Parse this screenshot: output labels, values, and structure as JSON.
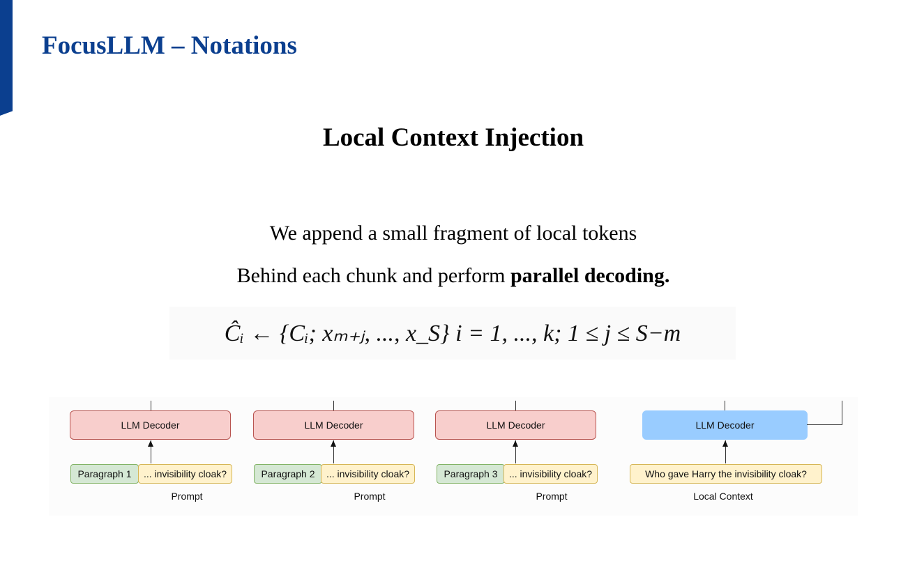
{
  "slide": {
    "title": "FocusLLM – Notations",
    "heading": "Local Context Injection",
    "body_line1": "We append a small fragment of local tokens",
    "body_line2_prefix": "Behind each chunk and perform ",
    "body_line2_bold": "parallel decoding.",
    "formula": "Ĉᵢ ← {Cᵢ; xₘ₊ⱼ, ..., x_S}  i = 1, ..., k; 1 ≤ j ≤ S−m"
  },
  "diagram": {
    "decoder_label": "LLM Decoder",
    "panels": [
      {
        "paragraph": "Paragraph 1",
        "query": "... invisibility cloak?",
        "caption": "Prompt"
      },
      {
        "paragraph": "Paragraph 2",
        "query": "... invisibility cloak?",
        "caption": "Prompt"
      },
      {
        "paragraph": "Paragraph 3",
        "query": "... invisibility cloak?",
        "caption": "Prompt"
      }
    ],
    "local": {
      "query": "Who gave Harry the invisibility cloak?",
      "caption": "Local Context"
    },
    "colors": {
      "decoder": "#f8cecc",
      "local_decoder": "#99ccff",
      "paragraph": "#d5e8d4",
      "query": "#fff2cc"
    }
  }
}
